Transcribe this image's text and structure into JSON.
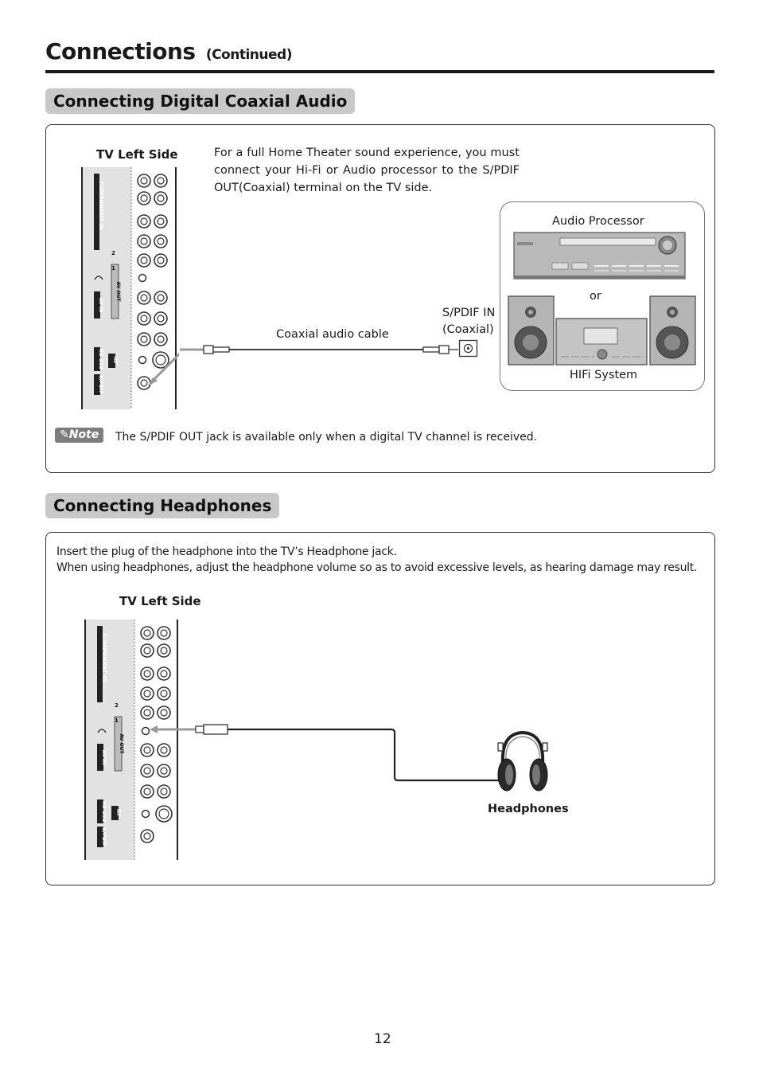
{
  "header": {
    "title": "Connections",
    "subtitle": "(Continued)"
  },
  "section_coaxial": {
    "heading": "Connecting Digital Coaxial Audio",
    "tv_label": "TV Left Side",
    "intro": "For a full Home Theater sound experience, you must connect your Hi-Fi or Audio processor to the S/PDIF OUT(Coaxial) terminal on the TV side.",
    "audio_processor_label": "Audio  Processor",
    "or_label": "or",
    "hifi_label": "HIFi  System",
    "spdif_in_line1": "S/PDIF IN",
    "spdif_in_line2": "(Coaxial)",
    "cable_label": "Coaxial audio cable",
    "note_badge": "Note",
    "note_text": "The S/PDIF OUT jack is available only when a digital TV channel is received."
  },
  "section_headphones": {
    "heading": "Connecting Headphones",
    "line1": "Insert the plug of the headphone into the TV’s Headphone jack.",
    "line2": "When using headphones, adjust the headphone volume so as to avoid excessive levels, as hearing damage may result.",
    "tv_label": "TV Left Side",
    "headphones_label": "Headphones"
  },
  "tv_panel_labels": {
    "component_in": "COMPONENT IN",
    "av_out": "AV OUT",
    "av_in": "AV IN",
    "rf": "RF",
    "rs232": "RS-232",
    "spdif": "S/PDIF",
    "port_1": "1",
    "port_2": "2"
  },
  "footer": {
    "page_number": "12"
  }
}
